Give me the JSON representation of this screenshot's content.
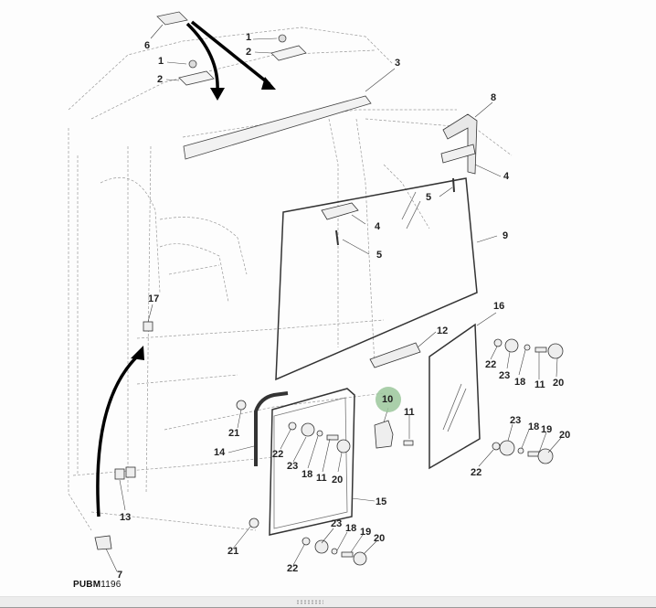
{
  "diagram": {
    "code_prefix": "PUBM",
    "code_number": "1196",
    "highlighted_callout": "10",
    "highlight_color": "#9bc79b",
    "callouts": [
      {
        "id": "c6",
        "label": "6"
      },
      {
        "id": "c1a",
        "label": "1"
      },
      {
        "id": "c2a",
        "label": "2"
      },
      {
        "id": "c1b",
        "label": "1"
      },
      {
        "id": "c2b",
        "label": "2"
      },
      {
        "id": "c3",
        "label": "3"
      },
      {
        "id": "c8",
        "label": "8"
      },
      {
        "id": "c4a",
        "label": "4"
      },
      {
        "id": "c5a",
        "label": "5"
      },
      {
        "id": "c4b",
        "label": "4"
      },
      {
        "id": "c5b",
        "label": "5"
      },
      {
        "id": "c9",
        "label": "9"
      },
      {
        "id": "c17",
        "label": "17"
      },
      {
        "id": "c16",
        "label": "16"
      },
      {
        "id": "c12",
        "label": "12"
      },
      {
        "id": "c22a",
        "label": "22"
      },
      {
        "id": "c23a",
        "label": "23"
      },
      {
        "id": "c18a",
        "label": "18"
      },
      {
        "id": "c11a",
        "label": "11"
      },
      {
        "id": "c20a",
        "label": "20"
      },
      {
        "id": "c10",
        "label": "10"
      },
      {
        "id": "c11b",
        "label": "11"
      },
      {
        "id": "c21a",
        "label": "21"
      },
      {
        "id": "c14",
        "label": "14"
      },
      {
        "id": "c22b",
        "label": "22"
      },
      {
        "id": "c23b",
        "label": "23"
      },
      {
        "id": "c18b",
        "label": "18"
      },
      {
        "id": "c11c",
        "label": "11"
      },
      {
        "id": "c20b",
        "label": "20"
      },
      {
        "id": "c23c",
        "label": "23"
      },
      {
        "id": "c18c",
        "label": "18"
      },
      {
        "id": "c19a",
        "label": "19"
      },
      {
        "id": "c20c",
        "label": "20"
      },
      {
        "id": "c22c",
        "label": "22"
      },
      {
        "id": "c13",
        "label": "13"
      },
      {
        "id": "c15",
        "label": "15"
      },
      {
        "id": "c21b",
        "label": "21"
      },
      {
        "id": "c23d",
        "label": "23"
      },
      {
        "id": "c18d",
        "label": "18"
      },
      {
        "id": "c19b",
        "label": "19"
      },
      {
        "id": "c20d",
        "label": "20"
      },
      {
        "id": "c22d",
        "label": "22"
      },
      {
        "id": "c7",
        "label": "7"
      }
    ]
  },
  "resize_handle": {
    "icon": "grip-dots-icon"
  }
}
